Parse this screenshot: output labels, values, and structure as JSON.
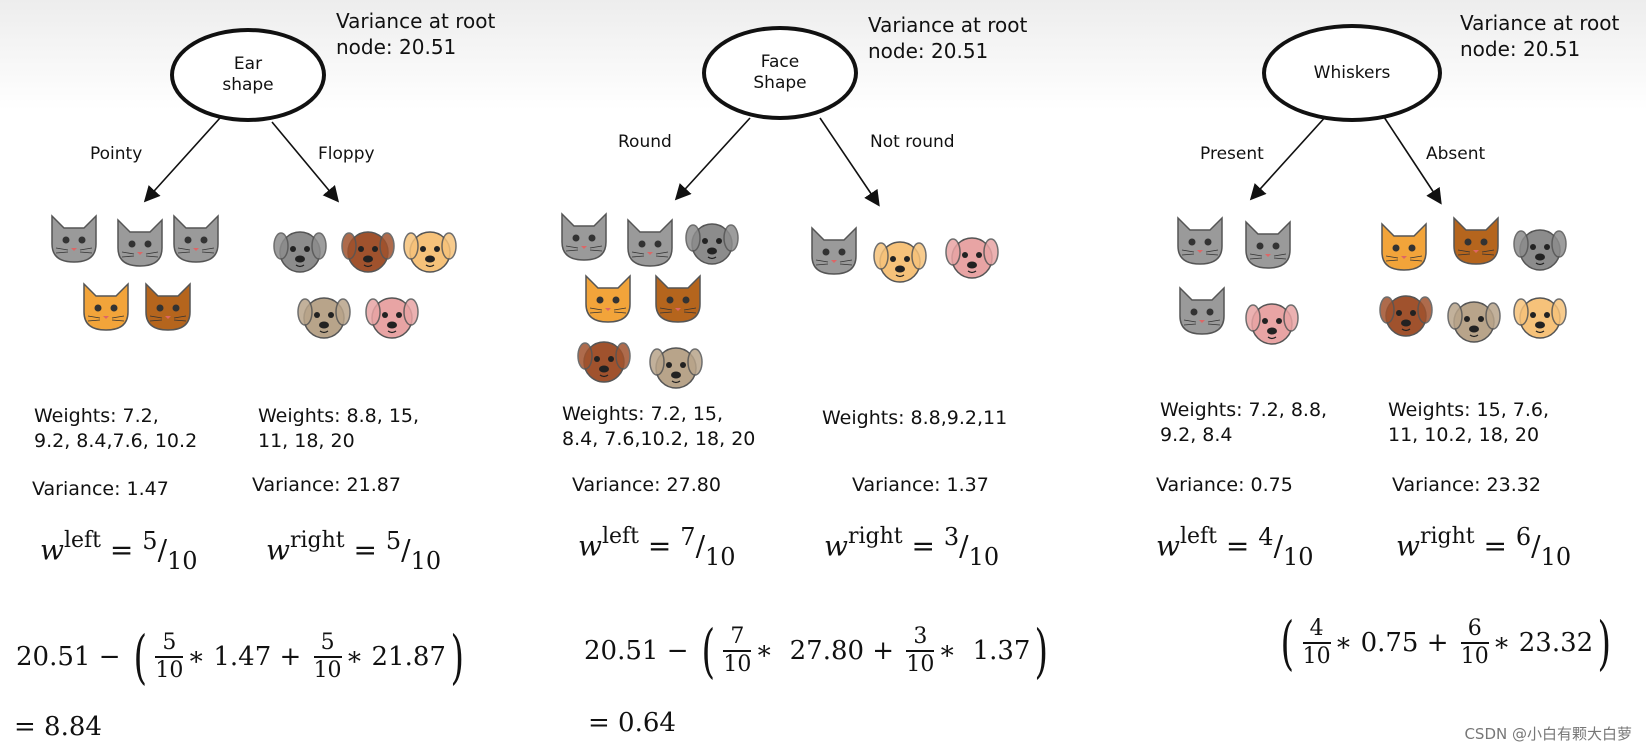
{
  "watermark": "CSDN @小白有颗大白萝",
  "trees": [
    {
      "node": "Ear\nshape",
      "root_variance": "Variance at root\nnode: 20.51",
      "left": {
        "branch": "Pointy",
        "weights": "Weights: 7.2,\n9.2, 8.4,7.6, 10.2",
        "variance": "Variance: 1.47",
        "w_label": "left",
        "w_num": "5",
        "w_den": "10"
      },
      "right": {
        "branch": "Floppy",
        "weights": "Weights: 8.8, 15,\n11, 18, 20",
        "variance": "Variance: 21.87",
        "w_label": "right",
        "w_num": "5",
        "w_den": "10"
      },
      "formula": {
        "prefix": "20.51",
        "minus": "−",
        "a_num": "5",
        "a_den": "10",
        "a_var": "1.47",
        "b_num": "5",
        "b_den": "10",
        "b_var": "21.87"
      },
      "result": "= 8.84"
    },
    {
      "node": "Face\nShape",
      "root_variance": "Variance at root\nnode: 20.51",
      "left": {
        "branch": "Round",
        "weights": "Weights: 7.2, 15,\n8.4, 7.6,10.2, 18, 20",
        "variance": "Variance: 27.80",
        "w_label": "left",
        "w_num": "7",
        "w_den": "10"
      },
      "right": {
        "branch": "Not round",
        "weights": "Weights: 8.8,9.2,11",
        "variance": "Variance: 1.37",
        "w_label": "right",
        "w_num": "3",
        "w_den": "10"
      },
      "formula": {
        "prefix": "20.51",
        "minus": "−",
        "a_num": "7",
        "a_den": "10",
        "a_var": "27.80",
        "b_num": "3",
        "b_den": "10",
        "b_var": "1.37"
      },
      "result": "= 0.64"
    },
    {
      "node": "Whiskers",
      "root_variance": "Variance at root\nnode: 20.51",
      "left": {
        "branch": "Present",
        "weights": "Weights: 7.2, 8.8,\n9.2, 8.4",
        "variance": "Variance: 0.75",
        "w_label": "left",
        "w_num": "4",
        "w_den": "10"
      },
      "right": {
        "branch": "Absent",
        "weights": "Weights: 15, 7.6,\n11, 10.2, 18, 20",
        "variance": "Variance: 23.32",
        "w_label": "right",
        "w_num": "6",
        "w_den": "10"
      },
      "formula": {
        "prefix": "",
        "minus": "",
        "a_num": "4",
        "a_den": "10",
        "a_var": "0.75",
        "b_num": "6",
        "b_den": "10",
        "b_var": "23.32"
      },
      "result": ""
    }
  ],
  "colors": {
    "gray_cat": "#9a9a9a",
    "orange_cat": "#f2a43a",
    "brown_cat": "#b5651d",
    "gray_dog": "#8c8c8c",
    "brown_dog": "#a0522d",
    "tan_dog": "#f6c27a",
    "pug": "#b8a48a",
    "pink_dog": "#e8a4a4"
  }
}
